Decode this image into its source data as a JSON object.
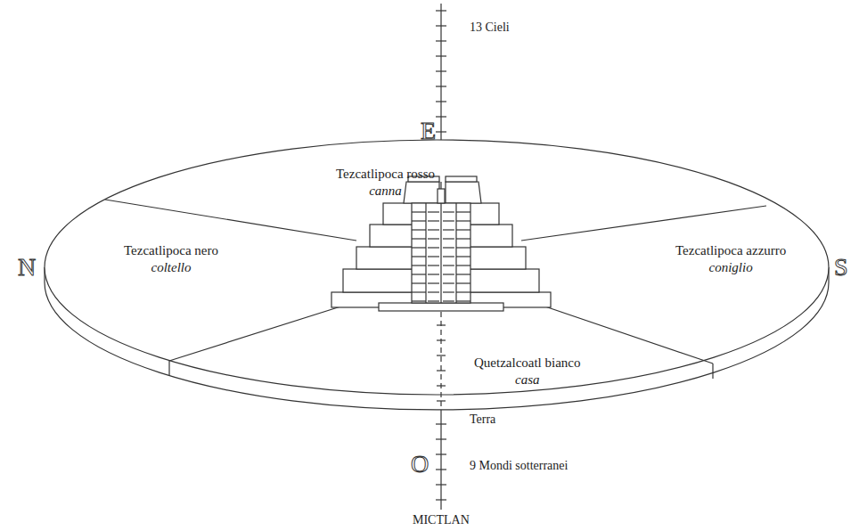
{
  "diagram": {
    "nodes": [
      {
        "text": [
          "Tezcatlipoca rosso",
          "canna"
        ]
      },
      {
        "text": [
          "Tezcatlipoca nero",
          "coltello"
        ]
      },
      {
        "text": [
          "Tezcatlipoca azzurro",
          "coniglio"
        ]
      },
      {
        "text": [
          "Quetzalcoatl bianco",
          "casa"
        ]
      }
    ],
    "labels": [
      "13 Cieli",
      "E",
      "N",
      "S",
      "Terra",
      "O",
      "9 Mondi sotterranei",
      "MICTLAN"
    ]
  }
}
